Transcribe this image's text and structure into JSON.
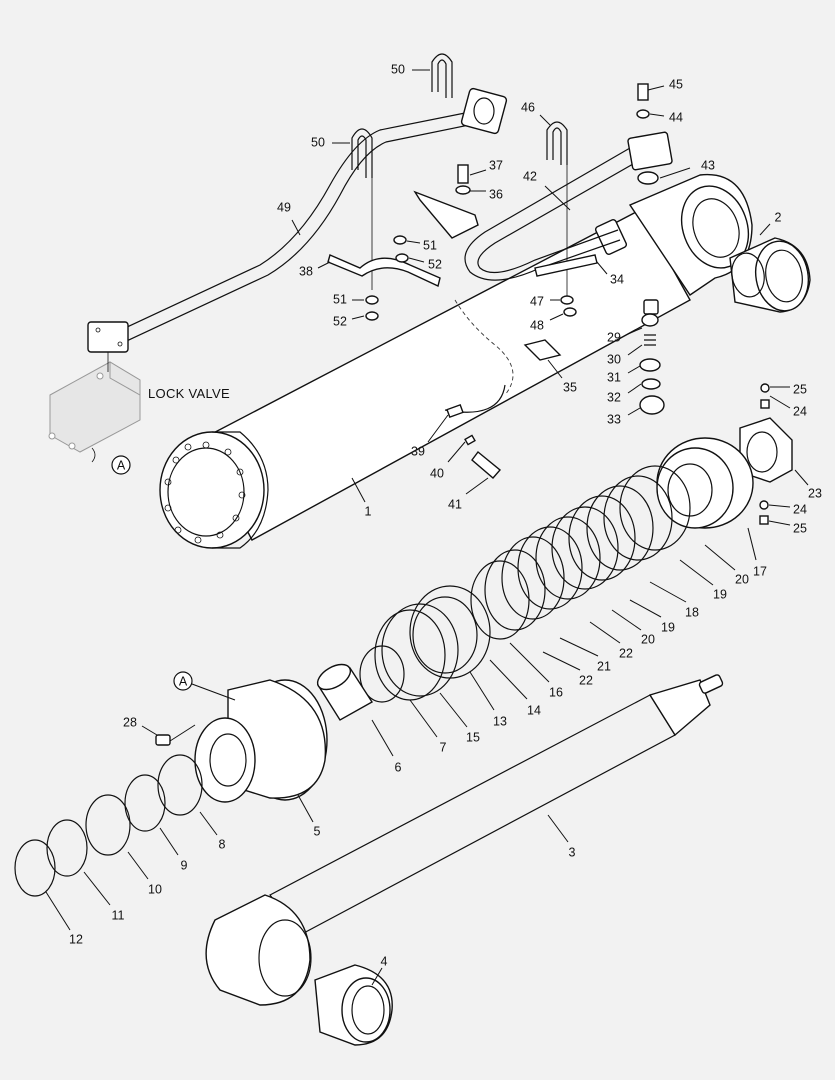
{
  "diagram": {
    "lock_valve_label": "LOCK VALVE",
    "ref_label": "A",
    "callouts": [
      {
        "id": "c1",
        "text": "1"
      },
      {
        "id": "c2",
        "text": "2"
      },
      {
        "id": "c3",
        "text": "3"
      },
      {
        "id": "c4",
        "text": "4"
      },
      {
        "id": "c5",
        "text": "5"
      },
      {
        "id": "c6",
        "text": "6"
      },
      {
        "id": "c7",
        "text": "7"
      },
      {
        "id": "c8",
        "text": "8"
      },
      {
        "id": "c9",
        "text": "9"
      },
      {
        "id": "c10",
        "text": "10"
      },
      {
        "id": "c11",
        "text": "11"
      },
      {
        "id": "c12",
        "text": "12"
      },
      {
        "id": "c13",
        "text": "13"
      },
      {
        "id": "c14",
        "text": "14"
      },
      {
        "id": "c15",
        "text": "15"
      },
      {
        "id": "c16",
        "text": "16"
      },
      {
        "id": "c17",
        "text": "17"
      },
      {
        "id": "c18",
        "text": "18"
      },
      {
        "id": "c19a",
        "text": "19"
      },
      {
        "id": "c19b",
        "text": "19"
      },
      {
        "id": "c20a",
        "text": "20"
      },
      {
        "id": "c20b",
        "text": "20"
      },
      {
        "id": "c21",
        "text": "21"
      },
      {
        "id": "c22a",
        "text": "22"
      },
      {
        "id": "c22b",
        "text": "22"
      },
      {
        "id": "c23",
        "text": "23"
      },
      {
        "id": "c24a",
        "text": "24"
      },
      {
        "id": "c24b",
        "text": "24"
      },
      {
        "id": "c25a",
        "text": "25"
      },
      {
        "id": "c25b",
        "text": "25"
      },
      {
        "id": "c28",
        "text": "28"
      },
      {
        "id": "c29",
        "text": "29"
      },
      {
        "id": "c30",
        "text": "30"
      },
      {
        "id": "c31",
        "text": "31"
      },
      {
        "id": "c32",
        "text": "32"
      },
      {
        "id": "c33",
        "text": "33"
      },
      {
        "id": "c34",
        "text": "34"
      },
      {
        "id": "c35",
        "text": "35"
      },
      {
        "id": "c36",
        "text": "36"
      },
      {
        "id": "c37",
        "text": "37"
      },
      {
        "id": "c38",
        "text": "38"
      },
      {
        "id": "c39",
        "text": "39"
      },
      {
        "id": "c40",
        "text": "40"
      },
      {
        "id": "c41",
        "text": "41"
      },
      {
        "id": "c42",
        "text": "42"
      },
      {
        "id": "c43",
        "text": "43"
      },
      {
        "id": "c44",
        "text": "44"
      },
      {
        "id": "c45",
        "text": "45"
      },
      {
        "id": "c46",
        "text": "46"
      },
      {
        "id": "c47",
        "text": "47"
      },
      {
        "id": "c48",
        "text": "48"
      },
      {
        "id": "c49",
        "text": "49"
      },
      {
        "id": "c50a",
        "text": "50"
      },
      {
        "id": "c50b",
        "text": "50"
      },
      {
        "id": "c51a",
        "text": "51"
      },
      {
        "id": "c51b",
        "text": "51"
      },
      {
        "id": "c52a",
        "text": "52"
      },
      {
        "id": "c52b",
        "text": "52"
      }
    ]
  }
}
